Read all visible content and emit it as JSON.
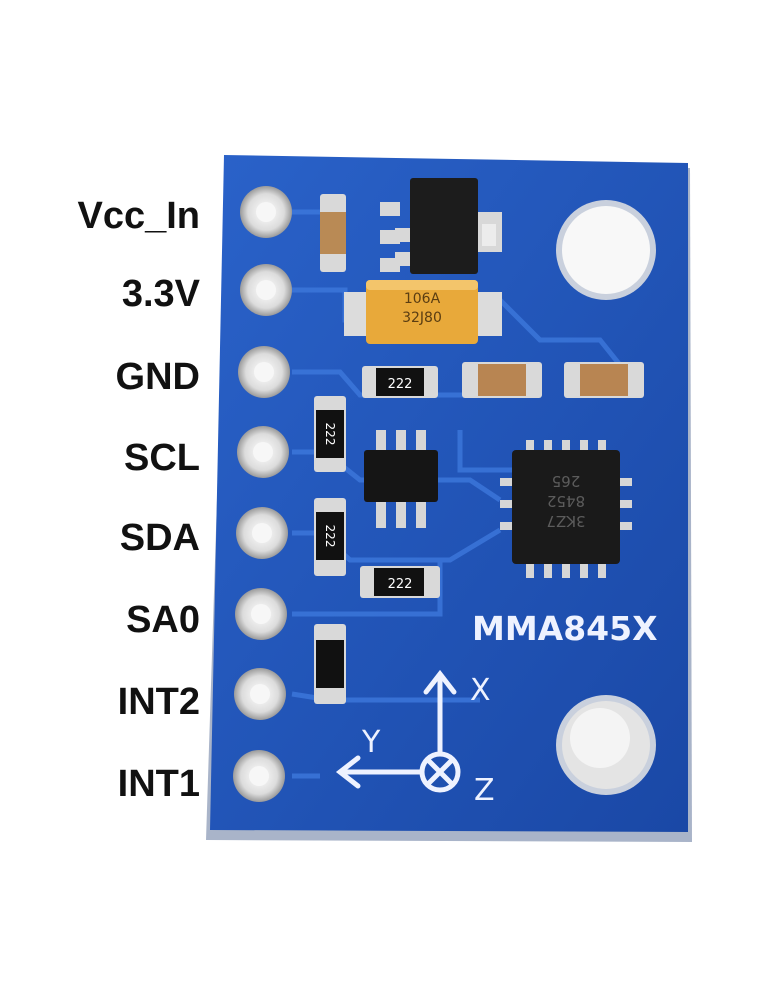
{
  "pins": [
    {
      "label": "Vcc_In"
    },
    {
      "label": "3.3V"
    },
    {
      "label": "GND"
    },
    {
      "label": "SCL"
    },
    {
      "label": "SDA"
    },
    {
      "label": "SA0"
    },
    {
      "label": "INT2"
    },
    {
      "label": "INT1"
    }
  ],
  "board": {
    "silkscreen": "MMA845X",
    "axis_x": "X",
    "axis_y": "Y",
    "axis_z": "Z",
    "capacitor_top": "106A",
    "capacitor_bottom": "32J80",
    "resistor_code": "222",
    "chip_marking_1": "3KZ7",
    "chip_marking_2": "8452",
    "chip_marking_3": "265",
    "colors": {
      "pcb": "#1f53b8",
      "silkscreen": "#eef2ff",
      "pad": "#e6e6e6",
      "capacitor": "#e8a93a",
      "chip": "#1a1a1a"
    }
  }
}
